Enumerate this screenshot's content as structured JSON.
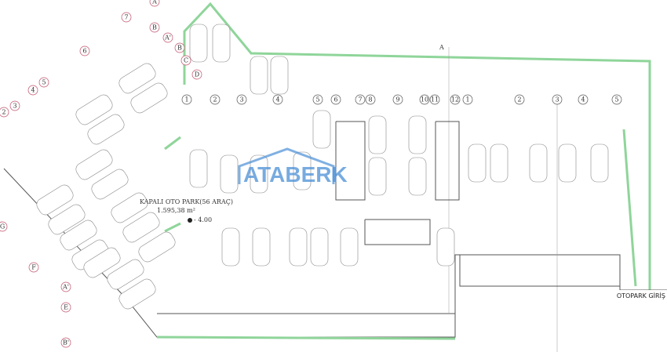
{
  "plan": {
    "title": "KAPALI OTO PARK(56 ARAÇ)",
    "area": "1.595,38 m²",
    "level": "- 4.00",
    "entrance_label": "OTOPARK GİRİŞ",
    "section_mark": "A",
    "watermark": "ATABERK"
  },
  "axes": {
    "top": [
      "1",
      "2",
      "3",
      "4",
      "5",
      "6",
      "7",
      "8",
      "9",
      "10",
      "11",
      "12",
      "1",
      "2",
      "3",
      "4",
      "5"
    ],
    "diagonal": [
      "A",
      "B",
      "7",
      "A'",
      "B",
      "C",
      "D",
      "6",
      "5",
      "4",
      "3",
      "2"
    ],
    "left": [
      "G",
      "F",
      "A'",
      "E",
      "B'"
    ]
  },
  "colors": {
    "wall_green": "#8fd59a",
    "watermark": "#4a8fd6",
    "bubble_red": "#c0506a"
  }
}
